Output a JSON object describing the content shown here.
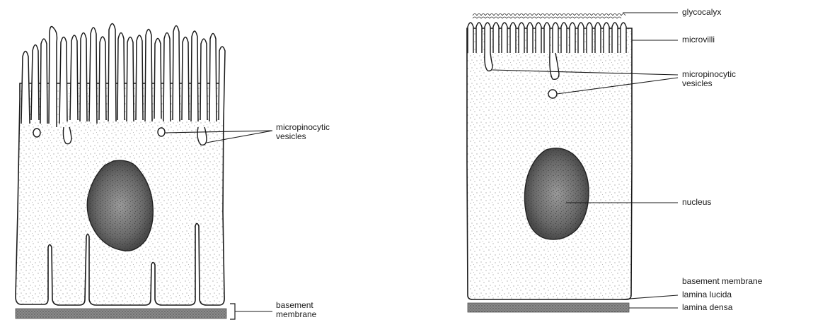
{
  "left_cell": {
    "labels": {
      "vesicles": [
        "micropinocytic",
        "vesicles"
      ],
      "basement": [
        "basement",
        "membrane"
      ]
    }
  },
  "right_cell": {
    "labels": {
      "glycocalyx": "glycocalyx",
      "microvilli": "microvilli",
      "vesicles": [
        "micropinocytic",
        "vesicles"
      ],
      "nucleus": "nucleus",
      "basement_membrane": "basement membrane",
      "lamina_lucida": "lamina lucida",
      "lamina_densa": "lamina densa"
    }
  },
  "colors": {
    "ink": "#1a1a1a",
    "stipple": "#555555",
    "basement_band": "#7a7a7a",
    "background": "#ffffff"
  }
}
